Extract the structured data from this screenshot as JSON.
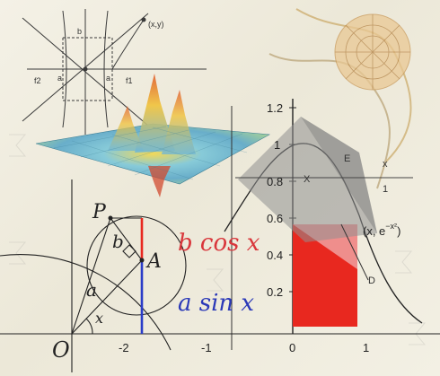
{
  "main_labels": {
    "point_p": "P",
    "point_a": "A",
    "origin": "O",
    "side_b": "b",
    "side_a": "a",
    "angle_x": "x",
    "b_cos_x": "b cos x",
    "a_sin_x": "a sin x"
  },
  "ticks": {
    "neg2": "-2",
    "neg1": "-1",
    "zero": "0",
    "one": "1",
    "y_ticks": [
      "1.2",
      "1",
      "0.8",
      "0.6",
      "0.4",
      "0.2"
    ]
  },
  "curve_label": "(x, e",
  "curve_label_exp": "−x²",
  "curve_label_close": ")",
  "overlay_labels": {
    "x_mark": "X",
    "e_mark": "E",
    "d_mark": "D",
    "one_mark": "1",
    "x_small": "x"
  },
  "hyperbola_labels": {
    "f1": "f1",
    "f2": "f2",
    "v_left": "a",
    "v_right": "a",
    "b_mark": "b",
    "point": "(x,y)"
  },
  "colors": {
    "red": "#e8281f",
    "blue": "#2a3cc8",
    "red_text": "#d9363b",
    "blue_text": "#2b39b8"
  }
}
